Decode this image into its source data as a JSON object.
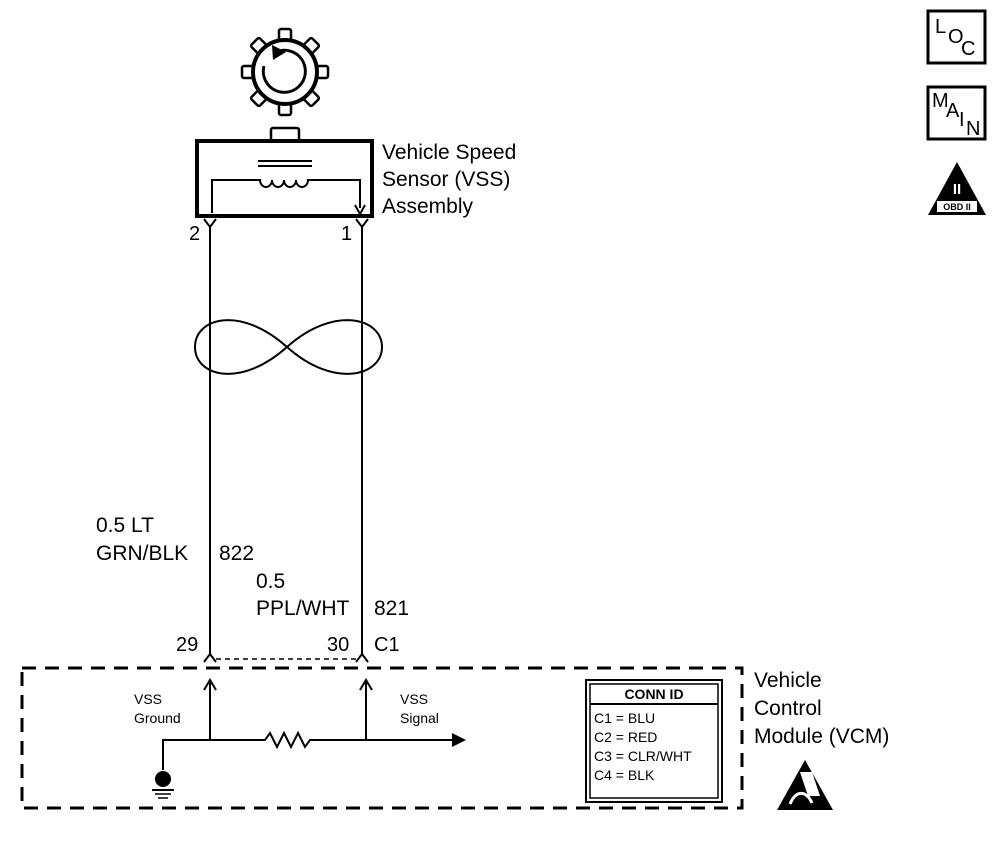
{
  "sensor": {
    "label_lines": [
      "Vehicle Speed",
      "Sensor (VSS)",
      "Assembly"
    ],
    "pin_left": "2",
    "pin_right": "1"
  },
  "wires": {
    "left": {
      "size": "0.5 LT",
      "color": "GRN/BLK",
      "circuit": "822"
    },
    "right": {
      "size": "0.5",
      "color": "PPL/WHT",
      "circuit": "821"
    }
  },
  "vcm_connector": {
    "pin_left": "29",
    "pin_right": "30",
    "connector": "C1"
  },
  "module": {
    "label_lines": [
      "Vehicle",
      "Control",
      "Module (VCM)"
    ],
    "ground_label_lines": [
      "VSS",
      "Ground"
    ],
    "signal_label_lines": [
      "VSS",
      "Signal"
    ]
  },
  "conn_id": {
    "title": "CONN ID",
    "rows": [
      "C1 = BLU",
      "C2 = RED",
      "C3 = CLR/WHT",
      "C4 = BLK"
    ]
  },
  "side_icons": {
    "loc": [
      "L",
      "O",
      "C"
    ],
    "main": [
      "M",
      "A",
      "I",
      "N"
    ],
    "obd": {
      "roman": "II",
      "text": "OBD II"
    }
  },
  "icons": {
    "sensor_wheel": "rotating-wheel-icon",
    "ground": "ground-icon",
    "esd": "esd-warning-icon",
    "loc": "loc-icon",
    "main": "main-icon",
    "obd": "obd-ii-icon"
  }
}
